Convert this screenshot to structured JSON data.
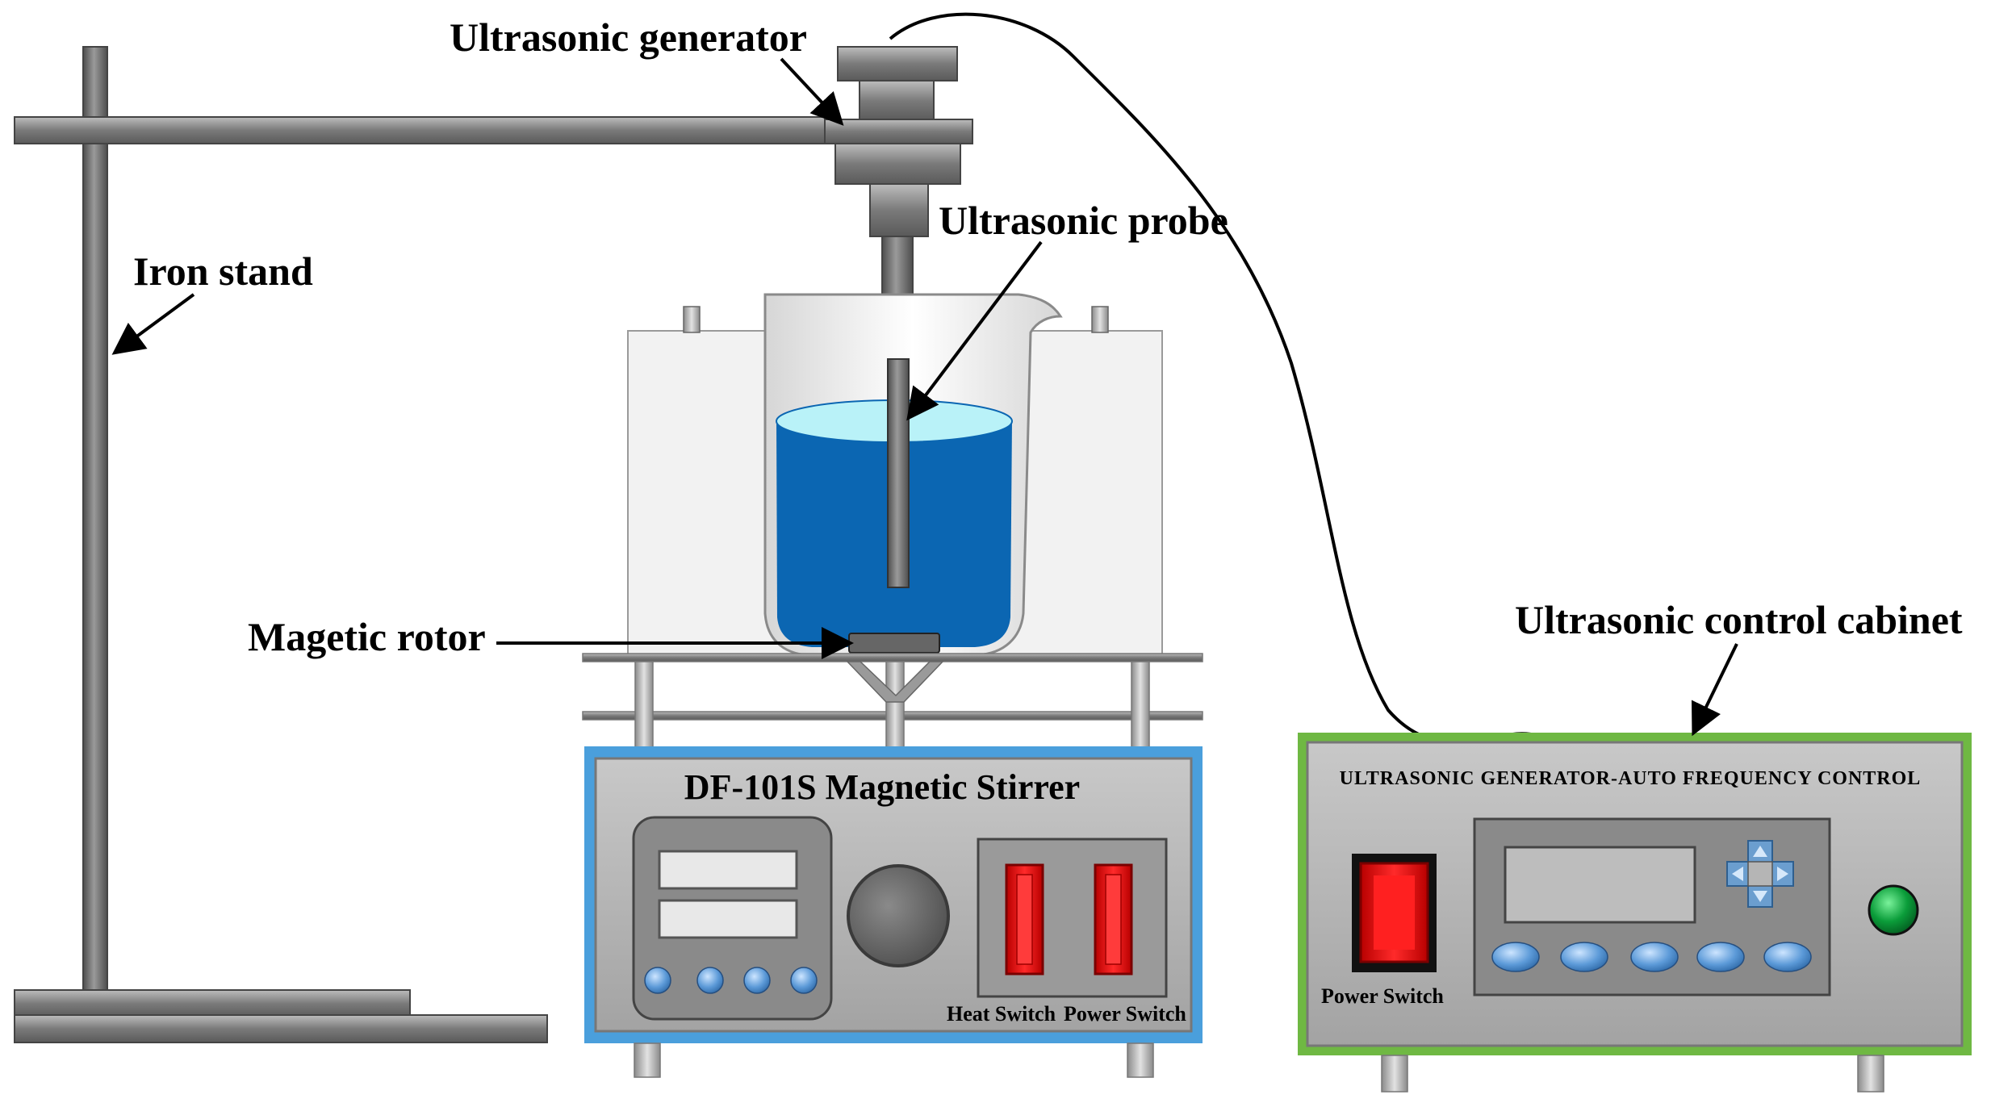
{
  "labels": {
    "ultrasonic_generator": "Ultrasonic generator",
    "ultrasonic_probe": "Ultrasonic probe",
    "iron_stand": "Iron stand",
    "magnetic_rotor": "Magetic rotor",
    "control_cabinet": "Ultrasonic control cabinet"
  },
  "stirrer": {
    "title": "DF-101S Magnetic Stirrer",
    "heat_switch_label": "Heat  Switch",
    "power_switch_label": "Power  Switch"
  },
  "cabinet": {
    "header": "ULTRASONIC  GENERATOR-AUTO  FREQUENCY  CONTROL",
    "power_switch_label": "Power  Switch"
  },
  "colors": {
    "metal": "#8e8e8e",
    "liquid": "#0b66b2",
    "liquid_surface": "#b9f2f8",
    "stirrer_border": "#4a9fdc",
    "cabinet_border": "#6fb843",
    "switch_red": "#e31212",
    "indicator_green": "#0b9d3a",
    "button_blue": "#5c9ad8"
  }
}
